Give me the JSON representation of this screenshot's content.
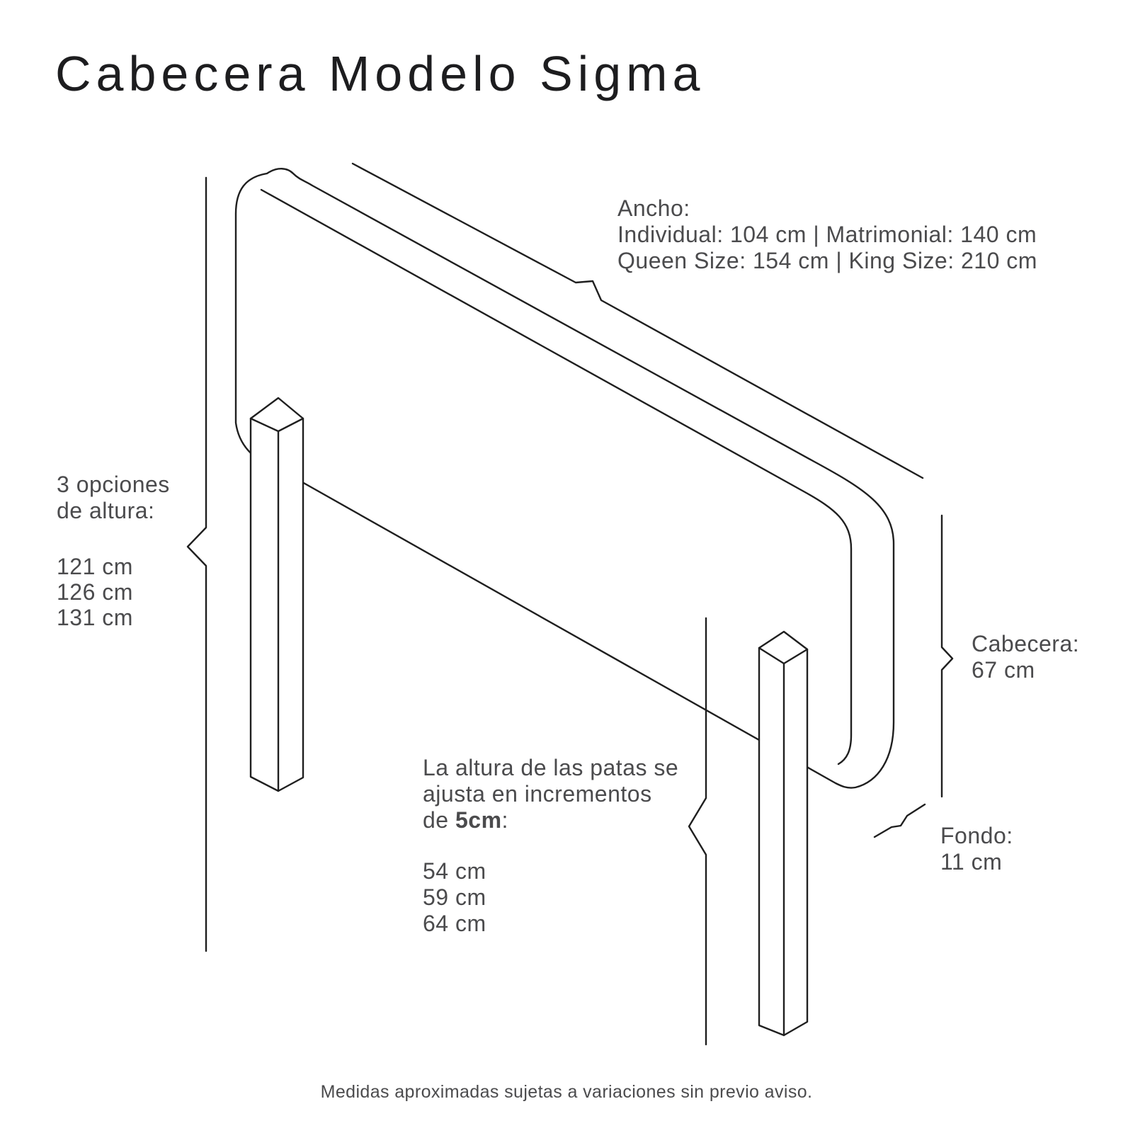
{
  "page": {
    "title": "Cabecera Modelo Sigma",
    "footer": "Medidas aproximadas sujetas a variaciones sin previo aviso."
  },
  "annotations": {
    "width": {
      "label": "Ancho:",
      "line1": "Individual: 104 cm | Matrimonial: 140 cm",
      "line2": "Queen Size: 154 cm | King Size: 210 cm"
    },
    "height_options": {
      "label_line1": "3 opciones",
      "label_line2": "de altura:",
      "values": [
        "121 cm",
        "126 cm",
        "131 cm"
      ]
    },
    "headboard_panel": {
      "label": "Cabecera:",
      "value": "67 cm"
    },
    "legs": {
      "line1": "La altura de las patas se",
      "line2": "ajusta en incrementos",
      "line3_prefix": "de ",
      "line3_bold": "5cm",
      "line3_suffix": ":",
      "values": [
        "54 cm",
        "59 cm",
        "64 cm"
      ]
    },
    "depth": {
      "label": "Fondo:",
      "value": "11 cm"
    }
  },
  "colors": {
    "line": "#1f1f1f",
    "title_text": "#1d1d1f",
    "annotation_text": "#4b4b4d",
    "background": "#ffffff"
  }
}
